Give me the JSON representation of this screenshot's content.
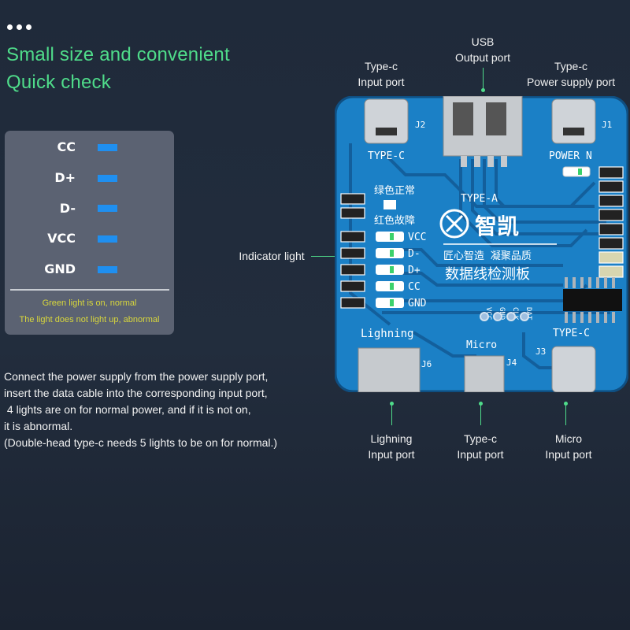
{
  "header": {
    "title_line1": "Small size and convenient",
    "title_line2": "Quick check"
  },
  "legend_panel": {
    "signals": [
      "CC",
      "D+",
      "D-",
      "VCC",
      "GND"
    ],
    "indicator_color": "#1f8ff0",
    "note_normal": "Green light is on, normal",
    "note_abnormal": "The light does not light up, abnormal"
  },
  "instructions": [
    "Connect the power supply from the power supply port,",
    "insert the data cable into the corresponding input port,",
    " 4 lights are on for normal power, and if it is not on,",
    "it is abnormal.",
    "(Double-head type-c needs 5 lights to be on for normal.)"
  ],
  "callouts": {
    "usb_output": {
      "line1": "USB",
      "line2": "Output port"
    },
    "typec_input_top": {
      "line1": "Type-c",
      "line2": "Input port"
    },
    "typec_power": {
      "line1": "Type-c",
      "line2": "Power supply port"
    },
    "indicator": "Indicator light",
    "lightning_input": {
      "line1": "Lighning",
      "line2": "Input port"
    },
    "typec_input_bottom": {
      "line1": "Type-c",
      "line2": "Input port"
    },
    "micro_input": {
      "line1": "Micro",
      "line2": "Input port"
    }
  },
  "board": {
    "j2": "J2",
    "j1": "J1",
    "j3": "J3",
    "j4": "J4",
    "j6": "J6",
    "type_c_top": "TYPE-C",
    "power": "POWER N",
    "type_a": "TYPE-A",
    "green_normal": "绿色正常",
    "red_fault": "红色故障",
    "brand": "智凯",
    "slogan": "匠心智造 凝聚品质",
    "product": "数据线检测板",
    "led_labels": [
      "VCC",
      "D-",
      "D+",
      "CC",
      "GND"
    ],
    "pins": [
      "VCC",
      "GND",
      "CLK",
      "DAT"
    ],
    "lightning": "Lighning",
    "micro": "Micro",
    "type_c_bottom": "TYPE-C",
    "pcb_color": "#1b80c6",
    "accent_color": "#4fdc8a"
  }
}
